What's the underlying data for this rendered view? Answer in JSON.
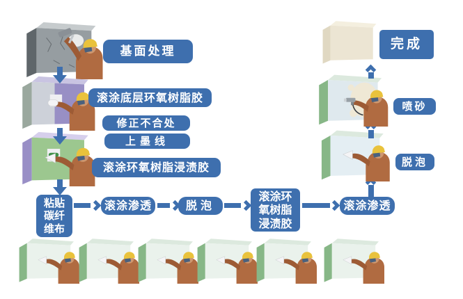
{
  "diagram_title": "",
  "steps": {
    "base_treatment": "基面处理",
    "roll_primer_epoxy": "滚涂底层环氧树脂胶",
    "fix_mismatch": "修正不合处",
    "ink_line": "上墨线",
    "roll_impregnating_epoxy": "滚涂环氧树脂浸渍胶",
    "paste_carbon_fiber": [
      "粘贴",
      "碳纤",
      "维布"
    ],
    "roll_penetrate_1": "滚涂渗透",
    "defoam_1": "脱泡",
    "roll_impregnating_epoxy_2": [
      "滚涂环",
      "氧树脂",
      "浸渍胶"
    ],
    "roll_penetrate_2": "滚涂渗透",
    "defoam_2": "脱泡",
    "sandblast": "喷砂",
    "complete": "完成"
  },
  "colors": {
    "accent_blue": "#3E6FAE",
    "label_text": "#FFFFFF",
    "concrete_side": "#5F666A",
    "concrete_front": "#969DA1",
    "concrete_top": "#C6CBCD",
    "crack": "#6A7074",
    "chip_white": "#E9EBEB",
    "primer_side": "#9AA89E",
    "primer_front": "#CDD1D9",
    "primer_top": "#C9C4E2",
    "primer_purple": "#988FC5",
    "purple_side": "#998FC6",
    "carbon_green": "#9CC78F",
    "sheet_top": "#D6CFEC",
    "roller_green": "#3F9148",
    "green_side": "#87B787",
    "green_front": "#EAF2EC",
    "green_top": "#DCE9DE",
    "defoam_front": "#E4EEF3",
    "spray_front": "#DFE9EE",
    "spray_cloud": "#EFE8D5",
    "finished_side": "#E0D8C2",
    "finished_front": "#ECE5D3",
    "finished_top": "#F4EFDF",
    "worker_jacket": "#B06B41",
    "worker_arm": "#9D5B35",
    "helmet": "#E9C23C",
    "mask": "#4A617E",
    "skin": "#CE9870",
    "notch_white": "#EFEFF2",
    "tool_white": "#F4F4F6",
    "gun_grey": "#98A0A6",
    "hose_dark": "#3A3F45"
  }
}
